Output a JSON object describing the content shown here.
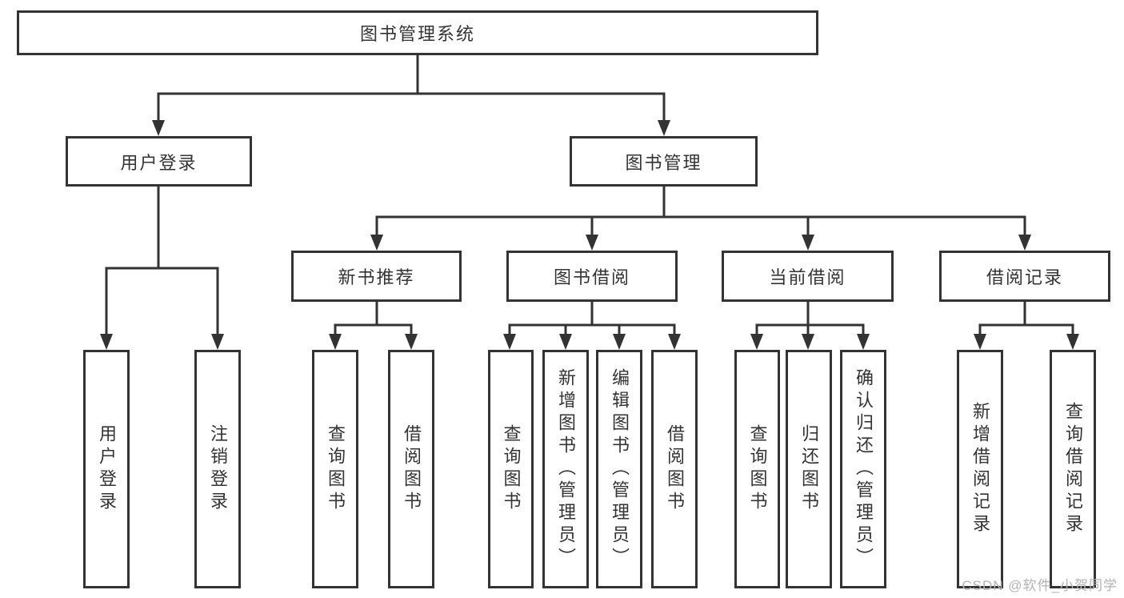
{
  "diagram_title": "图书管理系统",
  "watermark": "CSDN @软件_小贺同学",
  "colors": {
    "line": "#333333",
    "text": "#333333",
    "box_background": "#ffffff",
    "watermark_text": "#b3b3b3"
  },
  "tree": {
    "root": {
      "label": "图书管理系统"
    },
    "branches": [
      {
        "label": "用户登录",
        "children": [
          {
            "label": "用户登录"
          },
          {
            "label": "注销登录"
          }
        ]
      },
      {
        "label": "图书管理",
        "children": [
          {
            "label": "新书推荐",
            "children": [
              {
                "label": "查询图书"
              },
              {
                "label": "借阅图书"
              }
            ]
          },
          {
            "label": "图书借阅",
            "children": [
              {
                "label": "查询图书"
              },
              {
                "label": "新增图书（管理员）"
              },
              {
                "label": "编辑图书（管理员）"
              },
              {
                "label": "借阅图书"
              }
            ]
          },
          {
            "label": "当前借阅",
            "children": [
              {
                "label": "查询图书"
              },
              {
                "label": "归还图书"
              },
              {
                "label": "确认归还（管理员）"
              }
            ]
          },
          {
            "label": "借阅记录",
            "children": [
              {
                "label": "新增借阅记录"
              },
              {
                "label": "查询借阅记录"
              }
            ]
          }
        ]
      }
    ]
  }
}
